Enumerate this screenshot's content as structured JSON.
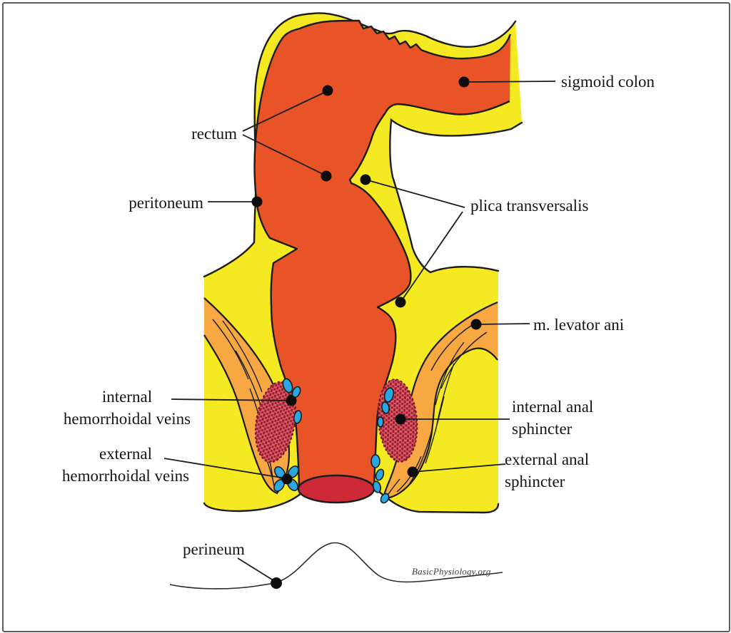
{
  "diagram_subject": "rectum and anal canal anatomy (sagittal section)",
  "labels": {
    "sigmoid_colon": "sigmoid colon",
    "rectum": "rectum",
    "peritoneum": "peritoneum",
    "plica_transversalis": "plica transversalis",
    "m_levator_ani": "m. levator ani",
    "internal_hemorrhoidal_veins": {
      "line1": "internal",
      "line2": "hemorrhoidal veins"
    },
    "external_hemorrhoidal_veins": {
      "line1": "external",
      "line2": "hemorrhoidal veins"
    },
    "internal_anal_sphincter": {
      "line1": "internal anal",
      "line2": "sphincter"
    },
    "external_anal_sphincter": {
      "line1": "external anal",
      "line2": "sphincter"
    },
    "perineum": "perineum"
  },
  "watermark": "BasicPhysiology.org",
  "colors": {
    "peritoneum_yellow": "#F5E922",
    "rectum_orange": "#E85327",
    "muscle_orange": "#F8A843",
    "sphincter_base_red": "#E2606E",
    "sphincter_dot_red": "#99202F",
    "vein_blue": "#2AA7E0",
    "anal_opening_red": "#CE2937",
    "outline": "#1c1c1c",
    "frame_gray": "#5c5c5c"
  }
}
